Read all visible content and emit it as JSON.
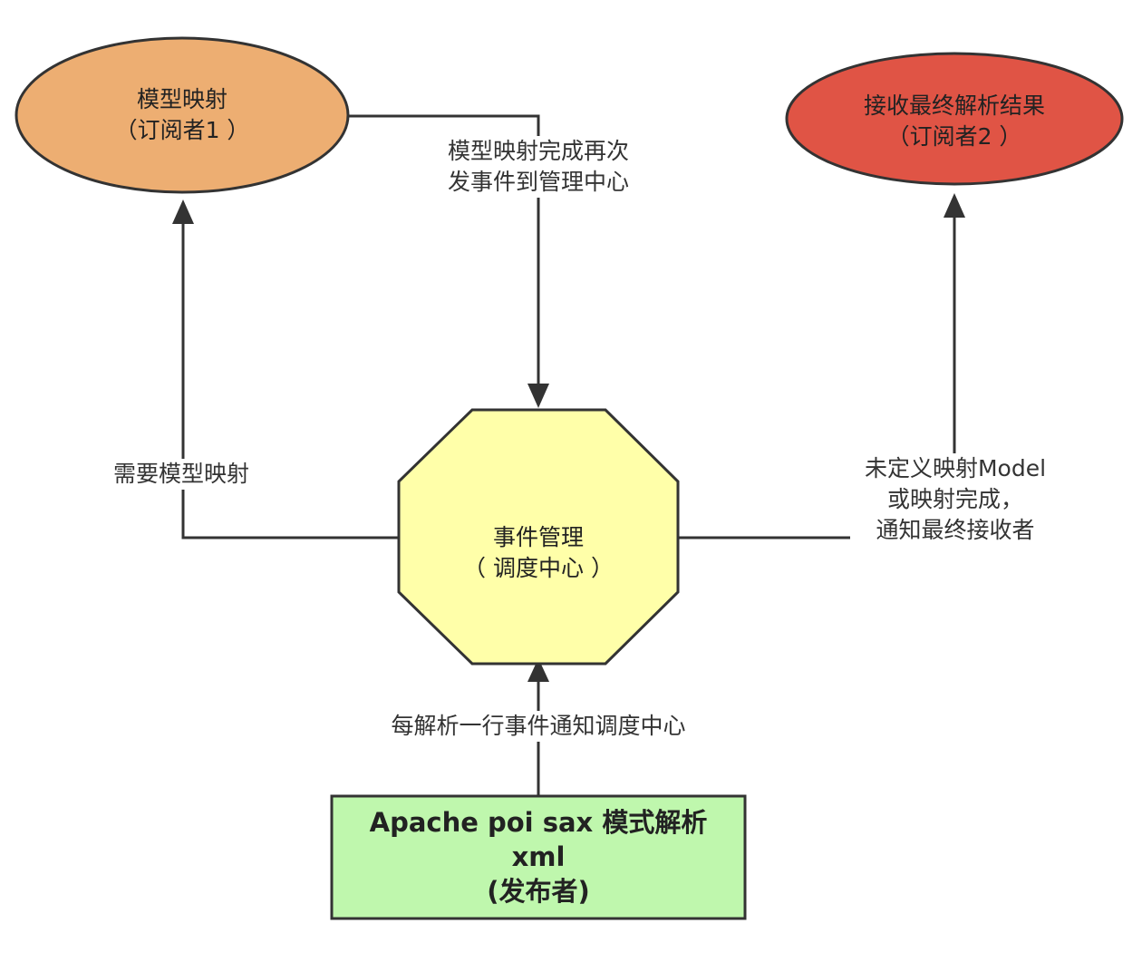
{
  "colors": {
    "sub1_fill": "#EDAE72",
    "sub2_fill": "#E05445",
    "hub_fill": "#FFFFA9",
    "pub_fill": "#BFF7AD",
    "stroke": "#333333"
  },
  "nodes": {
    "subscriber1": {
      "line1": "模型映射",
      "line2": "（订阅者1 ）"
    },
    "subscriber2": {
      "line1": "接收最终解析结果",
      "line2": "（订阅者2 ）"
    },
    "hub": {
      "line1": "事件管理",
      "line2": "（ 调度中心 ）"
    },
    "publisher": {
      "line1": "Apache poi sax 模式解析",
      "line2": "xml",
      "line3": "(发布者)"
    }
  },
  "edges": {
    "hub_to_sub1": {
      "label": "需要模型映射"
    },
    "sub1_to_hub": {
      "line1": "模型映射完成再次",
      "line2": "发事件到管理中心"
    },
    "hub_to_sub2": {
      "line1": "未定义映射Model",
      "line2": "或映射完成，",
      "line3": "通知最终接收者"
    },
    "pub_to_hub": {
      "label": "每解析一行事件通知调度中心"
    }
  }
}
